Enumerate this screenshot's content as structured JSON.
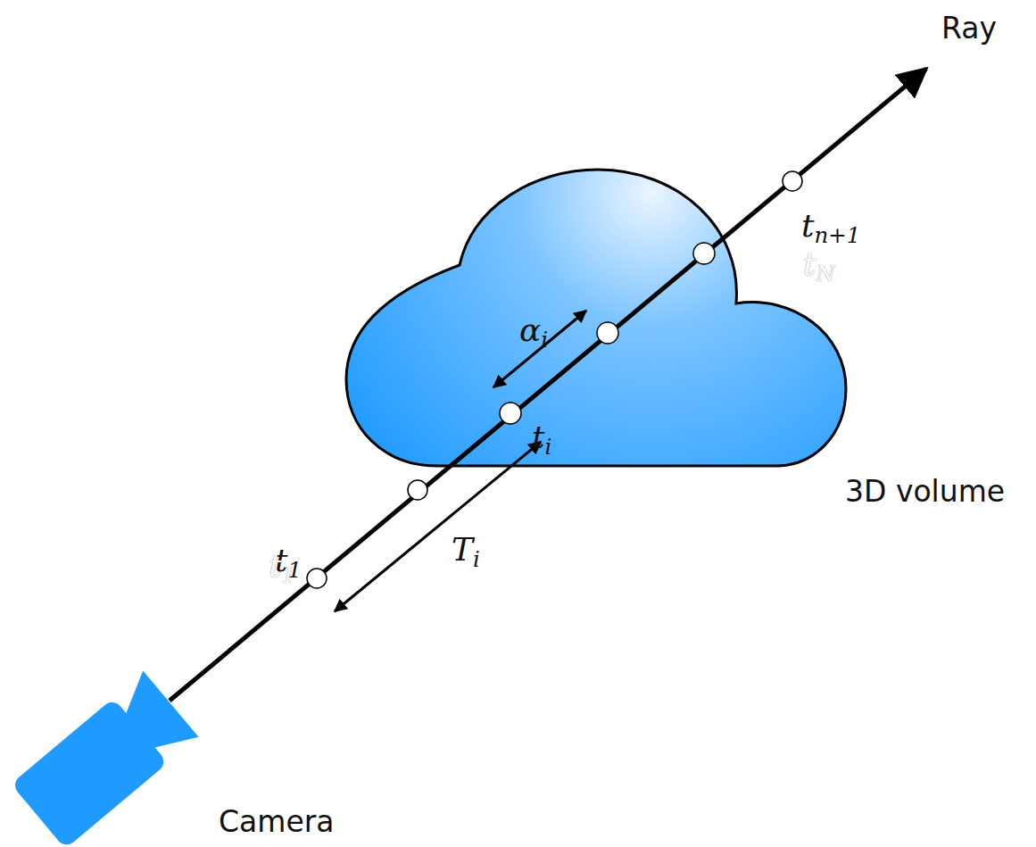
{
  "diagram": {
    "labels": [
      "Ray",
      "tn+1",
      "tN",
      "αi",
      "ti",
      "Ti",
      "t1",
      "t1",
      "3D volume",
      "Camera"
    ]
  }
}
